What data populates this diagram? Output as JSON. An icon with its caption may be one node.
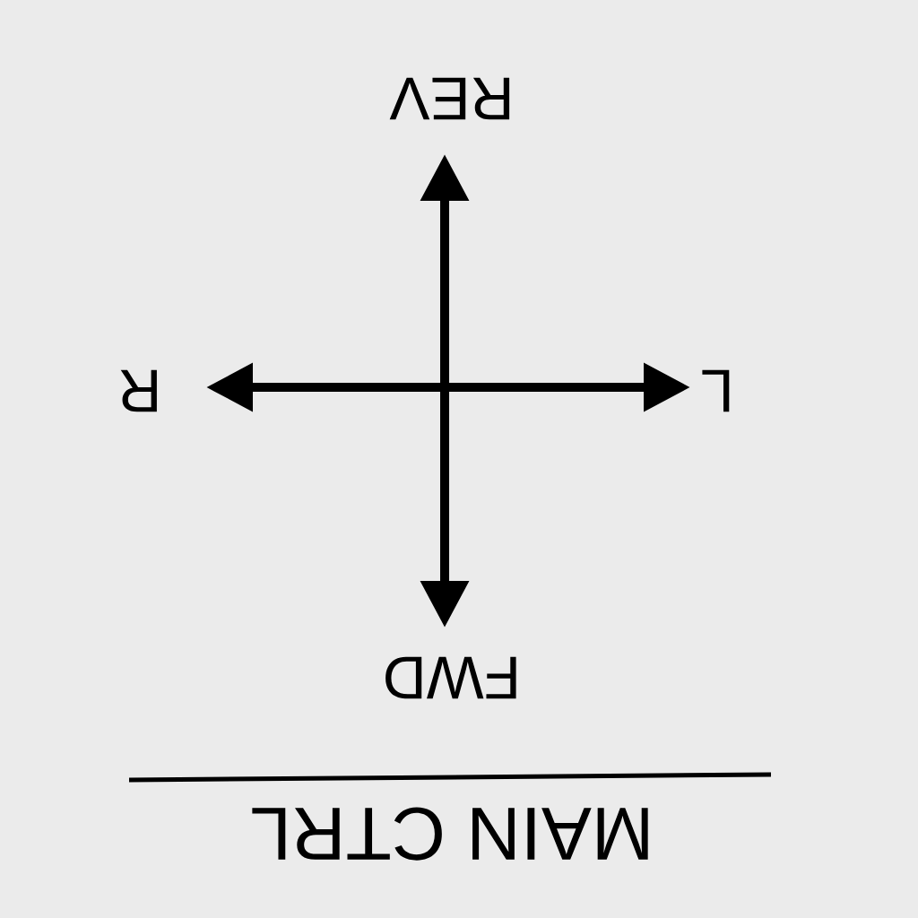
{
  "diagram": {
    "labels": [
      "REV",
      "R",
      "L",
      "FWD",
      "MAIN CTRL"
    ]
  }
}
